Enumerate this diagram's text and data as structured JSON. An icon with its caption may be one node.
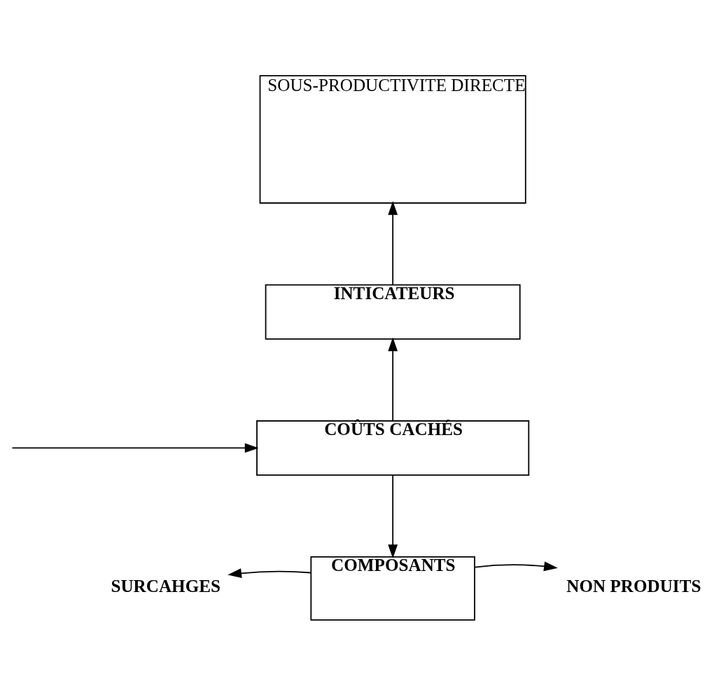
{
  "diagram": {
    "nodes": [
      {
        "text": [
          "SOUS-PRODUCTIVITE DIRECTE"
        ]
      },
      {
        "text": [
          "INTICATEURS"
        ]
      },
      {
        "text": [
          "COÛTS CACHÉS"
        ]
      },
      {
        "text": [
          "COMPOSANTS"
        ]
      },
      {
        "text": [
          "SURCAHGES"
        ]
      },
      {
        "text": [
          "NON PRODUITS"
        ]
      }
    ],
    "edges": [
      {
        "from": 1,
        "to": 0,
        "arrow": "to"
      },
      {
        "from": 2,
        "to": 1,
        "arrow": "to"
      },
      {
        "from": null,
        "to": 2,
        "arrow": "to"
      },
      {
        "from": 2,
        "to": 3,
        "arrow": "to"
      },
      {
        "from": 3,
        "to": 4,
        "arrow": "to"
      },
      {
        "from": 3,
        "to": 5,
        "arrow": "to"
      }
    ]
  }
}
